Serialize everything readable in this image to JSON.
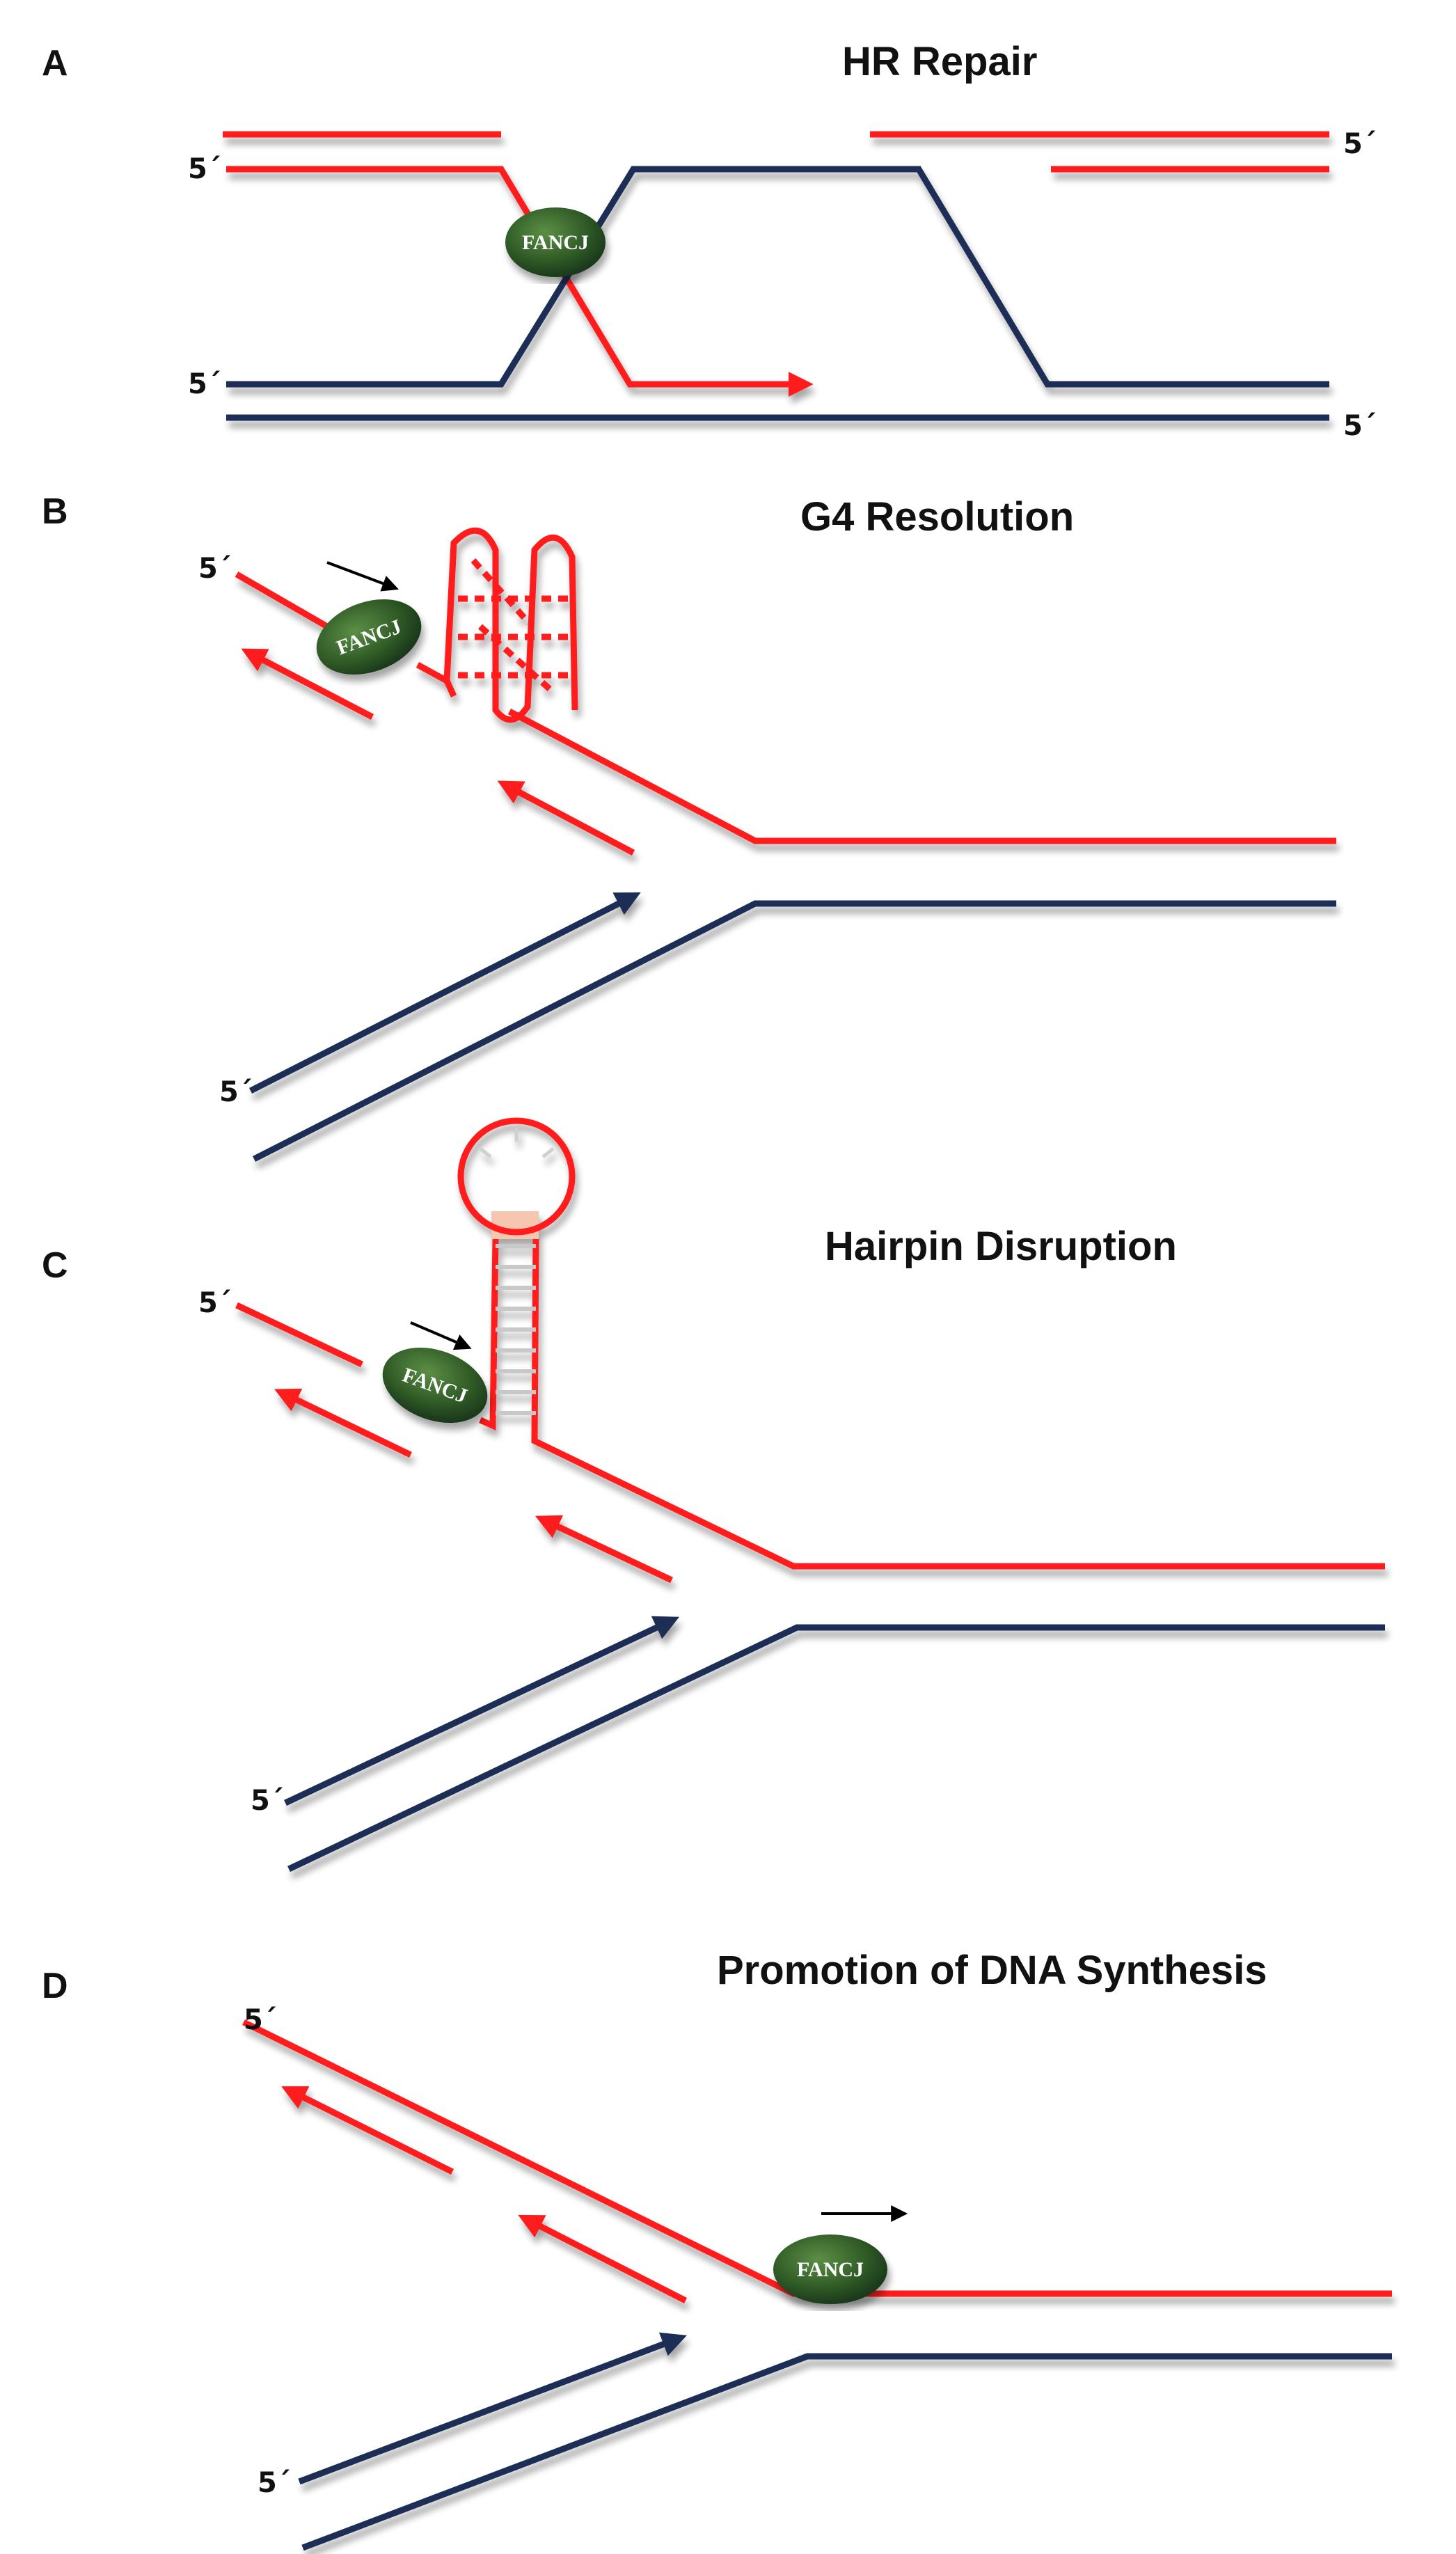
{
  "figure": {
    "protein_name": "FANCJ",
    "five_prime_label": "5´",
    "colors": {
      "invading_strand": "#ff1a1a",
      "template_strand": "#1b2f55",
      "protein": "#2f5a26",
      "motion_arrow": "#000000"
    },
    "panels": [
      {
        "letter": "A",
        "title": "HR Repair",
        "process": "strand invasion"
      },
      {
        "letter": "B",
        "title": "G4 Resolution",
        "process": "G-quadruplex unwinding at fork"
      },
      {
        "letter": "C",
        "title": "Hairpin Disruption",
        "process": "hairpin unwinding at fork"
      },
      {
        "letter": "D",
        "title": "Promotion of DNA Synthesis",
        "process": "helicase ahead of fork"
      }
    ]
  }
}
